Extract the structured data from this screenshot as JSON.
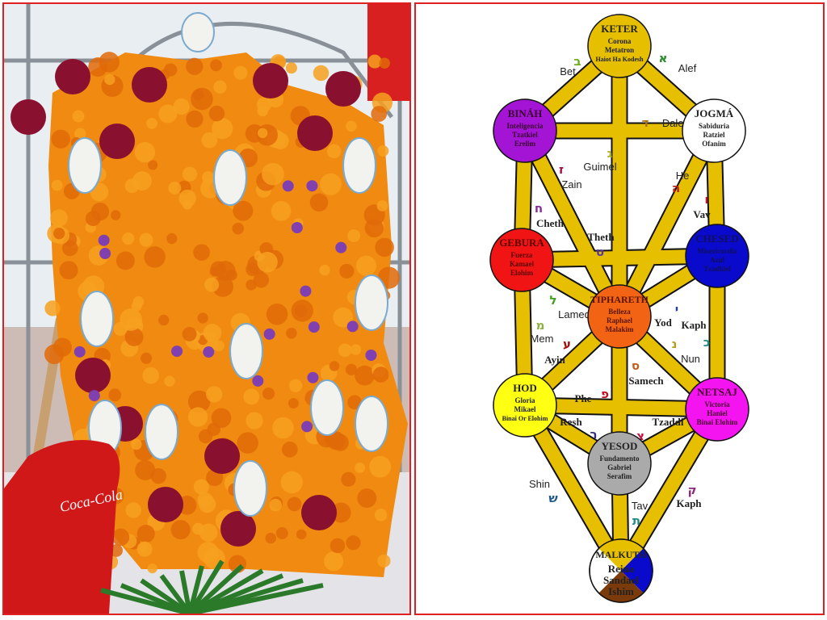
{
  "photo": {
    "chair_brand": "Coca-Cola",
    "colors": {
      "marigold": "#f08a10",
      "cockscomb": "#8a1030",
      "chair": "#d01818",
      "window": "#e8eef2"
    }
  },
  "diagram": {
    "path_color": "#e6c000",
    "nodes": [
      {
        "title": "KETER",
        "lines": [
          "Corona",
          "Metatron",
          "Haiot Ha Kodesh"
        ],
        "color": "#e6c000",
        "text_color": "#222"
      },
      {
        "title": "BINÁH",
        "lines": [
          "Inteligencia",
          "Tzatkiel",
          "Erelim"
        ],
        "color": "#a414d4",
        "text_color": "#3a0030"
      },
      {
        "title": "JOGMÁ",
        "lines": [
          "Sabiduria",
          "Ratziel",
          "Ofanim"
        ],
        "color": "#ffffff",
        "text_color": "#222"
      },
      {
        "title": "GEBURA",
        "lines": [
          "Fuerza",
          "Kamael",
          "Elohim"
        ],
        "color": "#f01414",
        "text_color": "#5a0000"
      },
      {
        "title": "CHESED",
        "lines": [
          "Misericordia",
          "Azul",
          "Tzadkiel"
        ],
        "color": "#0a0acc",
        "text_color": "#10105a"
      },
      {
        "title": "TIPHARETH",
        "lines": [
          "Belleza",
          "Raphael",
          "Malakim"
        ],
        "color": "#f26414",
        "text_color": "#5a1400"
      },
      {
        "title": "HOD",
        "lines": [
          "Gloria",
          "Mikael",
          "Binai Or Elohim"
        ],
        "color": "#ffff14",
        "text_color": "#222"
      },
      {
        "title": "NETSAJ",
        "lines": [
          "Victoria",
          "Haniel",
          "Binai Elohim"
        ],
        "color": "#f414f0",
        "text_color": "#4a0030"
      },
      {
        "title": "YESOD",
        "lines": [
          "Fundamento",
          "Gabriel",
          "Serafim"
        ],
        "color": "#aaaaaa",
        "text_color": "#222"
      },
      {
        "title": "MALKUTH",
        "lines": [
          "Reina",
          "Sandael",
          "Ishim"
        ],
        "color": "#ffffff",
        "quarters": [
          "#e6c000",
          "#0a0acc",
          "#7a3a0a",
          "#ffffff"
        ],
        "text_color": "#222"
      }
    ],
    "paths": [
      {
        "name": "Alef",
        "letter": "א",
        "color": "#2a8a2a"
      },
      {
        "name": "Bet",
        "letter": "ב",
        "color": "#6ab020"
      },
      {
        "name": "Dalet",
        "letter": "ד",
        "color": "#b07010"
      },
      {
        "name": "Guimel",
        "letter": "ג",
        "color": "#b0b020"
      },
      {
        "name": "Zain",
        "letter": "ז",
        "color": "#a01040"
      },
      {
        "name": "Cheth",
        "letter": "ח",
        "color": "#8a2a9a"
      },
      {
        "name": "He",
        "letter": "ה",
        "color": "#c02010"
      },
      {
        "name": "Vav",
        "letter": "ו",
        "color": "#c01030"
      },
      {
        "name": "Theth",
        "letter": "ט",
        "color": "#5a3a9a"
      },
      {
        "name": "Lamed",
        "letter": "ל",
        "color": "#40a020"
      },
      {
        "name": "Mem",
        "letter": "מ",
        "color": "#90b040"
      },
      {
        "name": "Ayin",
        "letter": "ע",
        "color": "#a01010"
      },
      {
        "name": "Yod",
        "letter": "י",
        "color": "#2a3ab0"
      },
      {
        "name": "Kaph",
        "letter": "כ",
        "color": "#208a8a"
      },
      {
        "name": "Nun",
        "letter": "נ",
        "color": "#b0a020"
      },
      {
        "name": "Samech",
        "letter": "ס",
        "color": "#c06020"
      },
      {
        "name": "Phe",
        "letter": "פ",
        "color": "#c01020"
      },
      {
        "name": "Resh",
        "letter": "ר",
        "color": "#3a2a8a"
      },
      {
        "name": "Tzaddi",
        "letter": "צ",
        "color": "#c01040"
      },
      {
        "name": "Shin",
        "letter": "ש",
        "color": "#205a8a"
      },
      {
        "name": "Tav",
        "letter": "ת",
        "color": "#208a8a"
      },
      {
        "name": "Kaph",
        "letter": "ק",
        "color": "#8a2a7a"
      }
    ]
  }
}
